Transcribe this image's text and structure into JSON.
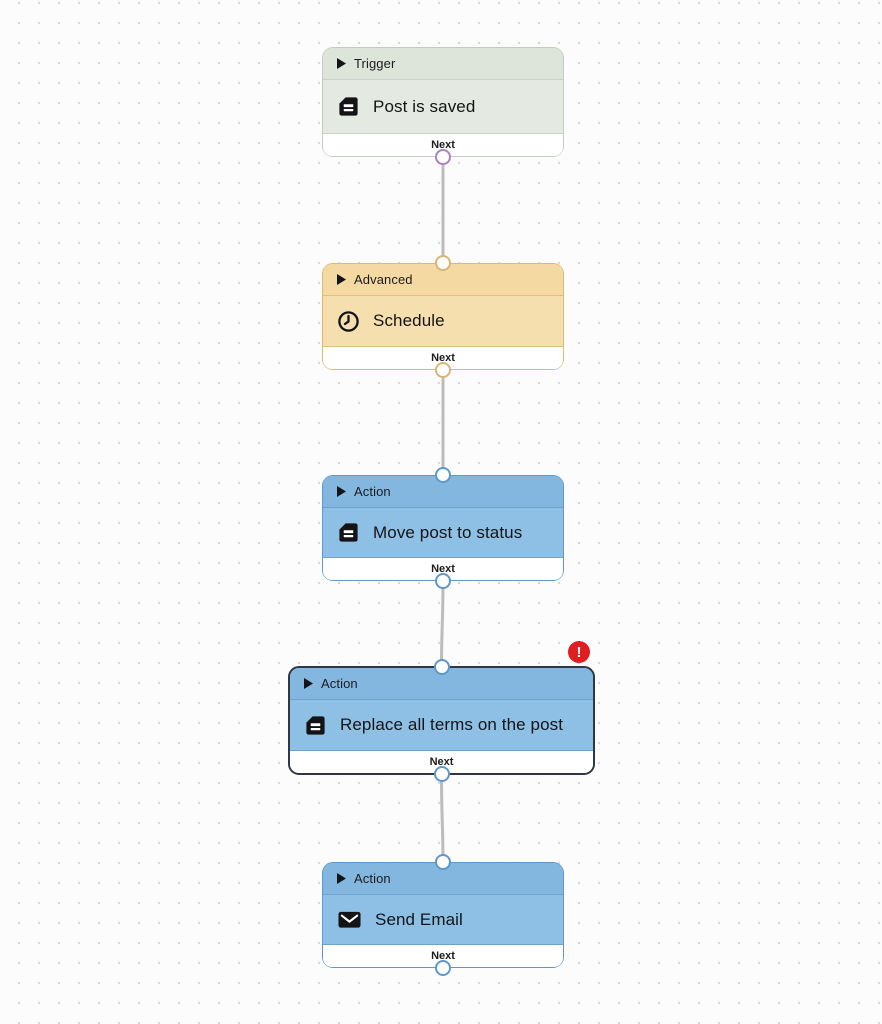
{
  "canvas": {
    "background_color": "#fcfcfc",
    "dot_color": "#d9d9d9"
  },
  "colors": {
    "trigger_header": "#dde4da",
    "trigger_body": "#e4eae1",
    "trigger_border": "#c2cdc0",
    "advanced_header": "#f4d9a2",
    "advanced_body": "#f6dfaf",
    "advanced_border": "#dbb877",
    "action_header": "#84b7df",
    "action_body": "#8ec0e6",
    "action_border": "#5e98ca",
    "selected_border": "#2f3742",
    "connector": "#bcbcbc",
    "port_trigger_out": "#aa82bd",
    "port_advanced": "#d8b576",
    "port_action": "#5e98ca",
    "error_badge": "#e01e1f"
  },
  "nodes": [
    {
      "category": "Trigger",
      "title": "Post is saved",
      "icon": "document-icon",
      "footer_label": "Next",
      "type": "trigger",
      "selected": false,
      "has_error": false
    },
    {
      "category": "Advanced",
      "title": "Schedule",
      "icon": "clock-icon",
      "footer_label": "Next",
      "type": "advanced",
      "selected": false,
      "has_error": false
    },
    {
      "category": "Action",
      "title": "Move post to status",
      "icon": "document-icon",
      "footer_label": "Next",
      "type": "action",
      "selected": false,
      "has_error": false
    },
    {
      "category": "Action",
      "title": "Replace all terms on the post",
      "icon": "document-icon",
      "footer_label": "Next",
      "type": "action",
      "selected": true,
      "has_error": true,
      "error_badge": "!"
    },
    {
      "category": "Action",
      "title": "Send Email",
      "icon": "envelope-icon",
      "footer_label": "Next",
      "type": "action",
      "selected": false,
      "has_error": false
    }
  ],
  "connections": [
    {
      "from": "Post is saved",
      "to": "Schedule"
    },
    {
      "from": "Schedule",
      "to": "Move post to status"
    },
    {
      "from": "Move post to status",
      "to": "Replace all terms on the post"
    },
    {
      "from": "Replace all terms on the post",
      "to": "Send Email"
    }
  ]
}
